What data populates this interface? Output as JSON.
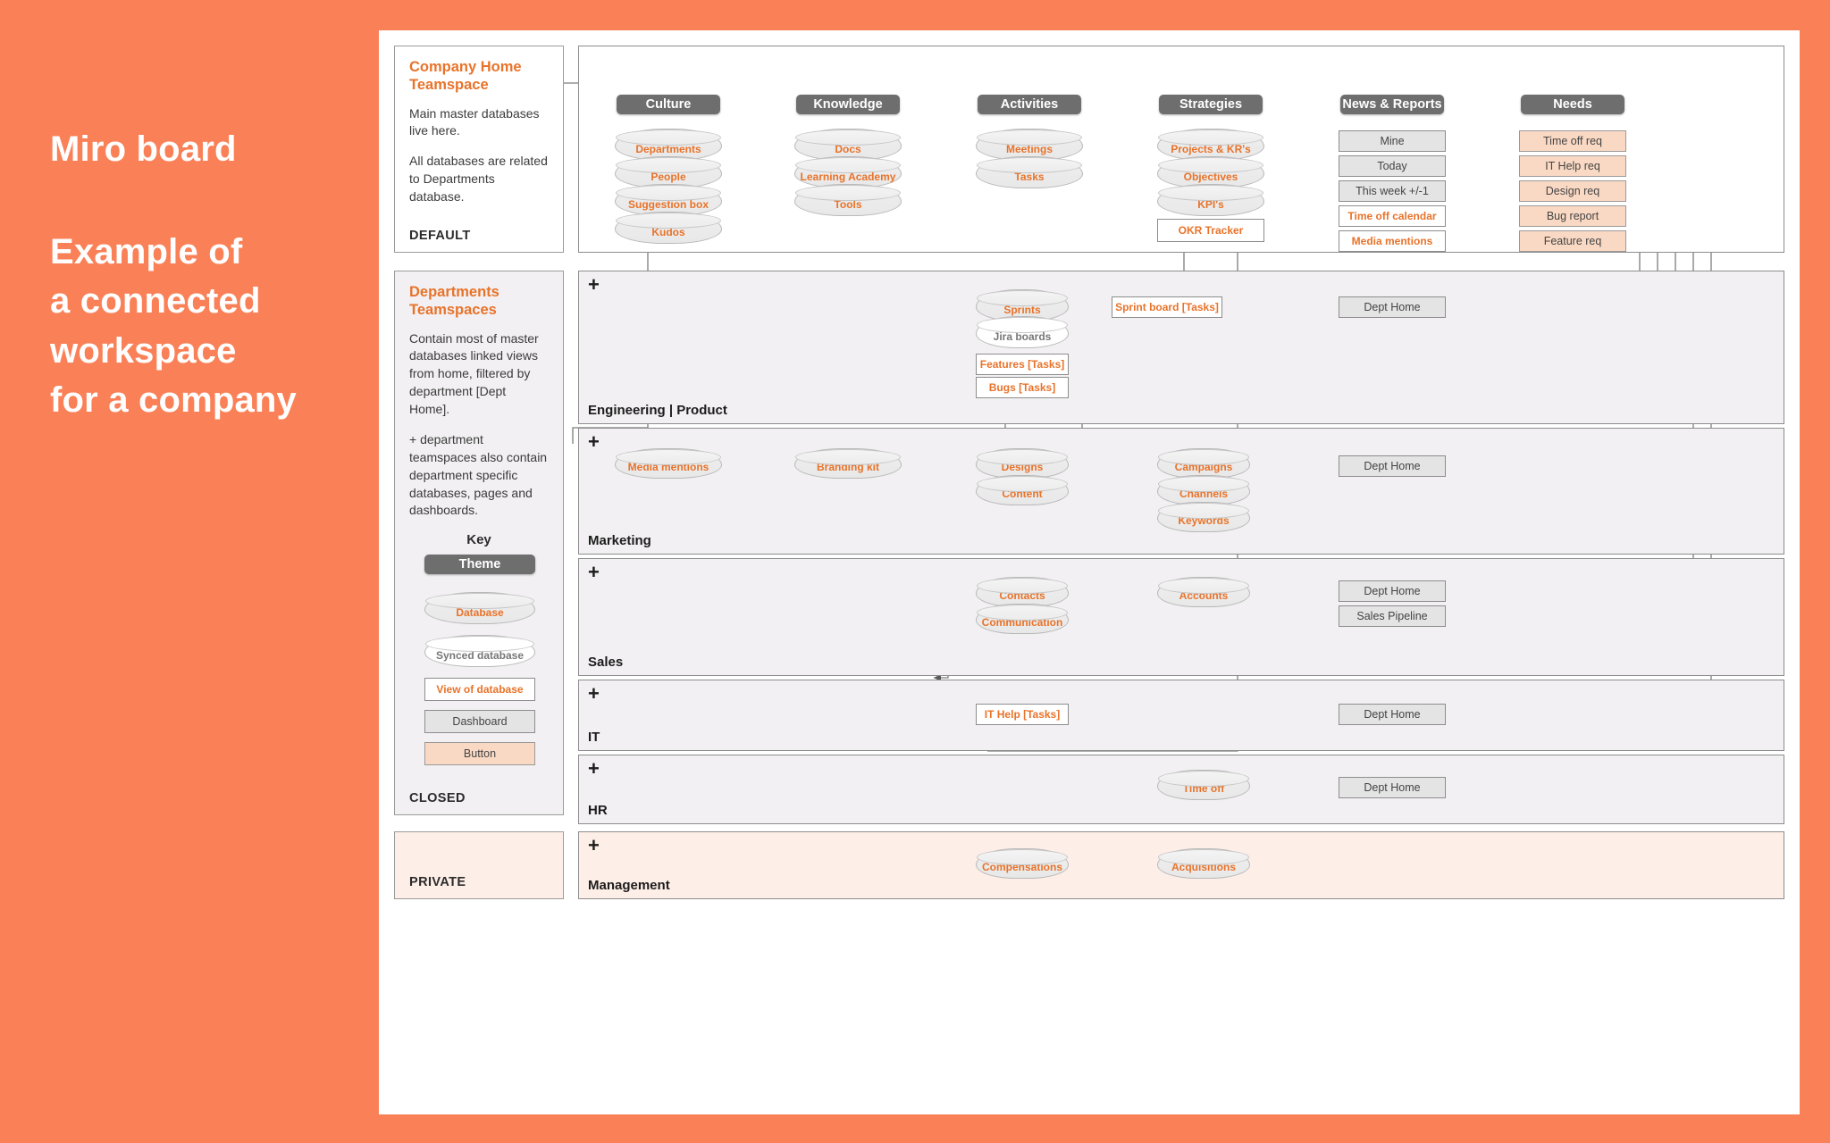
{
  "intro": {
    "line1": "Miro board",
    "line2": "Example of",
    "line3": "a connected",
    "line4": "workspace",
    "line5": "for a company"
  },
  "colors": {
    "canvas_orange": "#fa8057",
    "accent_orange": "#e8732a",
    "theme_gray": "#6e6e6e",
    "button_peach": "#fad9c4",
    "section_gray": "#f2f0f2",
    "private_pink": "#fdeee7"
  },
  "sidebar": {
    "cards": [
      {
        "title": "Company Home Teamspace",
        "paragraphs": [
          "Main master databases live here.",
          "All databases are related to Departments database."
        ],
        "tag": "DEFAULT"
      },
      {
        "title": "Departments Teamspaces",
        "paragraphs": [
          "Contain most of master databases linked views from home, filtered by department [Dept Home].",
          "+ department teamspaces also contain department specific databases, pages and dashboards."
        ],
        "tag": "CLOSED"
      },
      {
        "title": "",
        "paragraphs": [],
        "tag": "PRIVATE"
      }
    ],
    "key": {
      "title": "Key",
      "items": [
        {
          "label": "Theme",
          "type": "theme"
        },
        {
          "label": "Database",
          "type": "db"
        },
        {
          "label": "Synced database",
          "type": "db-synced"
        },
        {
          "label": "View of database",
          "type": "view"
        },
        {
          "label": "Dashboard",
          "type": "dashboard"
        },
        {
          "label": "Button",
          "type": "button"
        }
      ]
    }
  },
  "home": {
    "columns": [
      {
        "theme": "Culture",
        "nodes": [
          {
            "label": "Departments",
            "type": "db"
          },
          {
            "label": "People",
            "type": "db"
          },
          {
            "label": "Suggestion box",
            "type": "db"
          },
          {
            "label": "Kudos",
            "type": "db"
          }
        ]
      },
      {
        "theme": "Knowledge",
        "nodes": [
          {
            "label": "Docs",
            "type": "db"
          },
          {
            "label": "Learning Academy",
            "type": "db"
          },
          {
            "label": "Tools",
            "type": "db"
          }
        ]
      },
      {
        "theme": "Activities",
        "nodes": [
          {
            "label": "Meetings",
            "type": "db"
          },
          {
            "label": "Tasks",
            "type": "db"
          }
        ]
      },
      {
        "theme": "Strategies",
        "nodes": [
          {
            "label": "Projects & KR's",
            "type": "db"
          },
          {
            "label": "Objectives",
            "type": "db"
          },
          {
            "label": "KPI's",
            "type": "db"
          },
          {
            "label": "OKR Tracker",
            "type": "view"
          }
        ]
      },
      {
        "theme": "News & Reports",
        "nodes": [
          {
            "label": "Mine",
            "type": "dashboard"
          },
          {
            "label": "Today",
            "type": "dashboard"
          },
          {
            "label": "This week +/-1",
            "type": "dashboard"
          },
          {
            "label": "Time off calendar",
            "type": "view"
          },
          {
            "label": "Media mentions",
            "type": "view"
          }
        ]
      },
      {
        "theme": "Needs",
        "nodes": [
          {
            "label": "Time off req",
            "type": "button"
          },
          {
            "label": "IT Help req",
            "type": "button"
          },
          {
            "label": "Design req",
            "type": "button"
          },
          {
            "label": "Bug report",
            "type": "button"
          },
          {
            "label": "Feature req",
            "type": "button"
          }
        ]
      }
    ]
  },
  "departments": [
    {
      "name": "Engineering | Product",
      "plus": "+",
      "pink": false,
      "nodes": [
        {
          "label": "Sprints",
          "type": "db"
        },
        {
          "label": "Jira boards",
          "type": "db-synced"
        },
        {
          "label": "Features [Tasks]",
          "type": "view"
        },
        {
          "label": "Bugs [Tasks]",
          "type": "view"
        },
        {
          "label": "Sprint board [Tasks]",
          "type": "view"
        },
        {
          "label": "Dept Home",
          "type": "dashboard"
        }
      ]
    },
    {
      "name": "Marketing",
      "plus": "+",
      "pink": false,
      "nodes": [
        {
          "label": "Media mentions",
          "type": "db"
        },
        {
          "label": "Branding kit",
          "type": "db"
        },
        {
          "label": "Designs",
          "type": "db"
        },
        {
          "label": "Content",
          "type": "db"
        },
        {
          "label": "Campaigns",
          "type": "db"
        },
        {
          "label": "Channels",
          "type": "db"
        },
        {
          "label": "Keywords",
          "type": "db"
        },
        {
          "label": "Dept Home",
          "type": "dashboard"
        }
      ]
    },
    {
      "name": "Sales",
      "plus": "+",
      "pink": false,
      "nodes": [
        {
          "label": "Contacts",
          "type": "db"
        },
        {
          "label": "Communication",
          "type": "db"
        },
        {
          "label": "Accounts",
          "type": "db"
        },
        {
          "label": "Dept Home",
          "type": "dashboard"
        },
        {
          "label": "Sales Pipeline",
          "type": "dashboard"
        }
      ]
    },
    {
      "name": "IT",
      "plus": "+",
      "pink": false,
      "nodes": [
        {
          "label": "IT Help [Tasks]",
          "type": "view"
        },
        {
          "label": "Dept Home",
          "type": "dashboard"
        }
      ]
    },
    {
      "name": "HR",
      "plus": "+",
      "pink": false,
      "nodes": [
        {
          "label": "Time off",
          "type": "db"
        },
        {
          "label": "Dept Home",
          "type": "dashboard"
        }
      ]
    },
    {
      "name": "Management",
      "plus": "+",
      "pink": true,
      "nodes": [
        {
          "label": "Compensations",
          "type": "db"
        },
        {
          "label": "Acquisitions",
          "type": "db"
        }
      ]
    }
  ]
}
